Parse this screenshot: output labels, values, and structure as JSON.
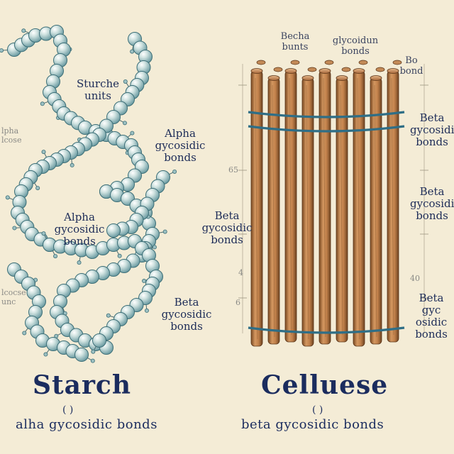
{
  "starch": {
    "title": "Starch",
    "subtitle": "alha gycosidic bonds",
    "subtitle_paren": "(      )",
    "labels": {
      "units": "Sturche\nunits",
      "alpha_top": "Alpha\ngycosidic\nbonds",
      "alpha_mid": "Alpha\ngycosidic\nbonds",
      "beta_bottom": "Beta\ngycosidic\nbonds",
      "edge_alpha": "lpha\nlcose",
      "edge_glucose": "lcocse\nunc"
    }
  },
  "cellulose": {
    "title": "Celluese",
    "subtitle": "beta gycosidic bonds",
    "subtitle_paren": "(      )",
    "labels": {
      "top_left": "Becha\nbunts",
      "top_mid": "glycoidun\nbonds",
      "top_right": "Bo\nbond",
      "beta_left": "Beta\ngycosidic\nbonds",
      "beta_r1": "Beta\ngycosidic\nbonds",
      "beta_r2": "Beta\ngycosidic\nbonds",
      "beta_r3": "Beta\ngyc osidic\nbonds"
    },
    "tick_labels": [
      "65",
      "4",
      "40",
      "6"
    ]
  },
  "colors": {
    "background": "#f4ecd6",
    "bead": "#b9d3d3",
    "bead_dark": "#3d6f78",
    "rod": "#b97a45",
    "rod_dark": "#6e4320",
    "band": "#2f6e86",
    "text": "#1d2c58"
  }
}
